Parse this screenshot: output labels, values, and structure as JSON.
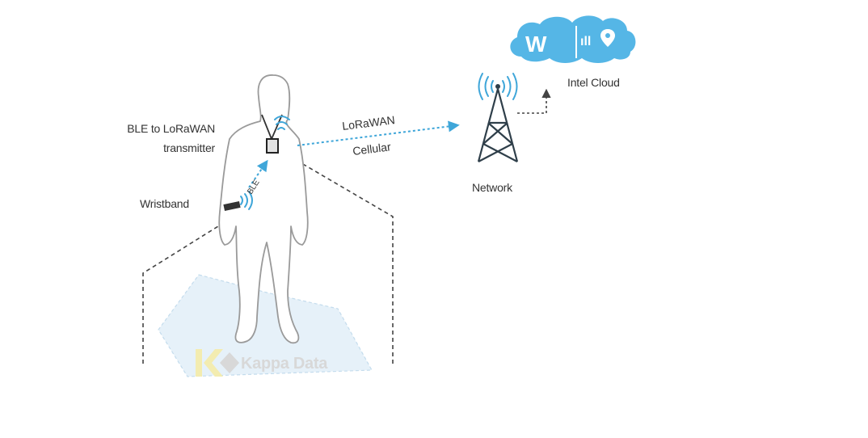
{
  "labels": {
    "transmitter_line1": "BLE to LoRaWAN",
    "transmitter_line2": "transmitter",
    "wristband": "Wristband",
    "ble": "BLE",
    "lorawan": "LoRaWAN",
    "cellular": "Cellular",
    "network": "Network",
    "intel_cloud": "Intel Cloud"
  },
  "watermark": {
    "text": "Kappa Data"
  },
  "cloud": {
    "logo_letter": "W",
    "chart_glyph": "ıll"
  },
  "icons": [
    "person-icon",
    "transmitter-device-icon",
    "wristband-device-icon",
    "signal-waves-icon",
    "cell-tower-icon",
    "cloud-icon",
    "map-pin-icon"
  ],
  "colors": {
    "accent_blue": "#3fa6d9",
    "cloud_blue": "#55b6e6",
    "outline_gray": "#9a9a9a",
    "dark_line": "#2f3f4a",
    "floor_blue": "#e6f1f9",
    "watermark_gray": "#d8d8d8",
    "watermark_yellow": "#f3ecb0"
  }
}
